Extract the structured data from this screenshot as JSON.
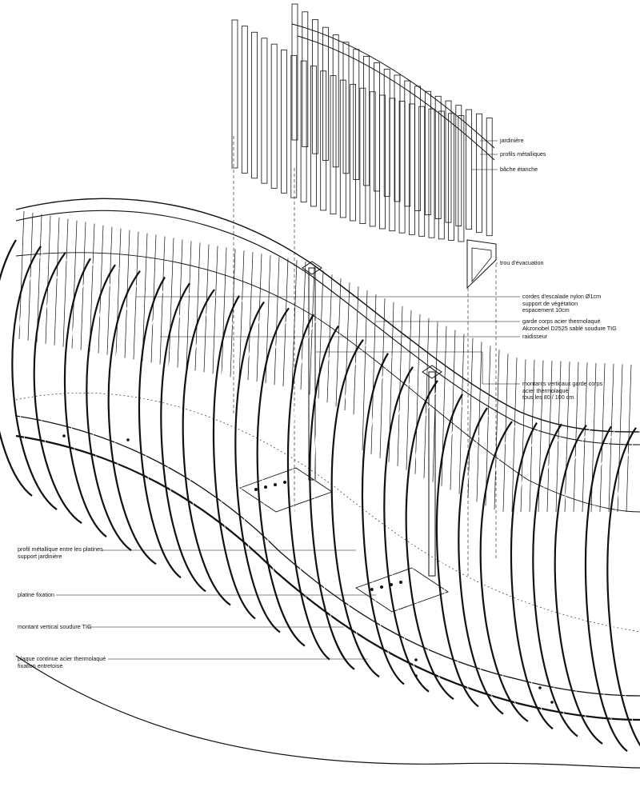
{
  "labels": {
    "jardiniere": "jardinière",
    "profils": "profils métalliques",
    "bache": "bâche étanche",
    "trou": "trou d'évacuation",
    "cordes": [
      "cordes d'escalade nylon Ø1cm",
      "support de végétation",
      "espacement 10cm"
    ],
    "garde_corps": [
      "garde corps acier thermolaqué",
      "Akzonobel D2525 sablé soudure TIG"
    ],
    "raidisseur": "raidisseur",
    "montants": [
      "montants verticaux garde corps",
      "acier thermolaqué",
      "tous les 80  /  100 cm"
    ],
    "profil_metallique": [
      "profil métallique entre les platines",
      "support jardinière"
    ],
    "platine": "platine fixation",
    "montant_vertical": "montant vertical soudure TIG",
    "plaque": [
      "plaque continue acier thermolaqué",
      "fixation entretoise"
    ]
  },
  "colors": {
    "line": "#111111",
    "background": "#ffffff"
  }
}
